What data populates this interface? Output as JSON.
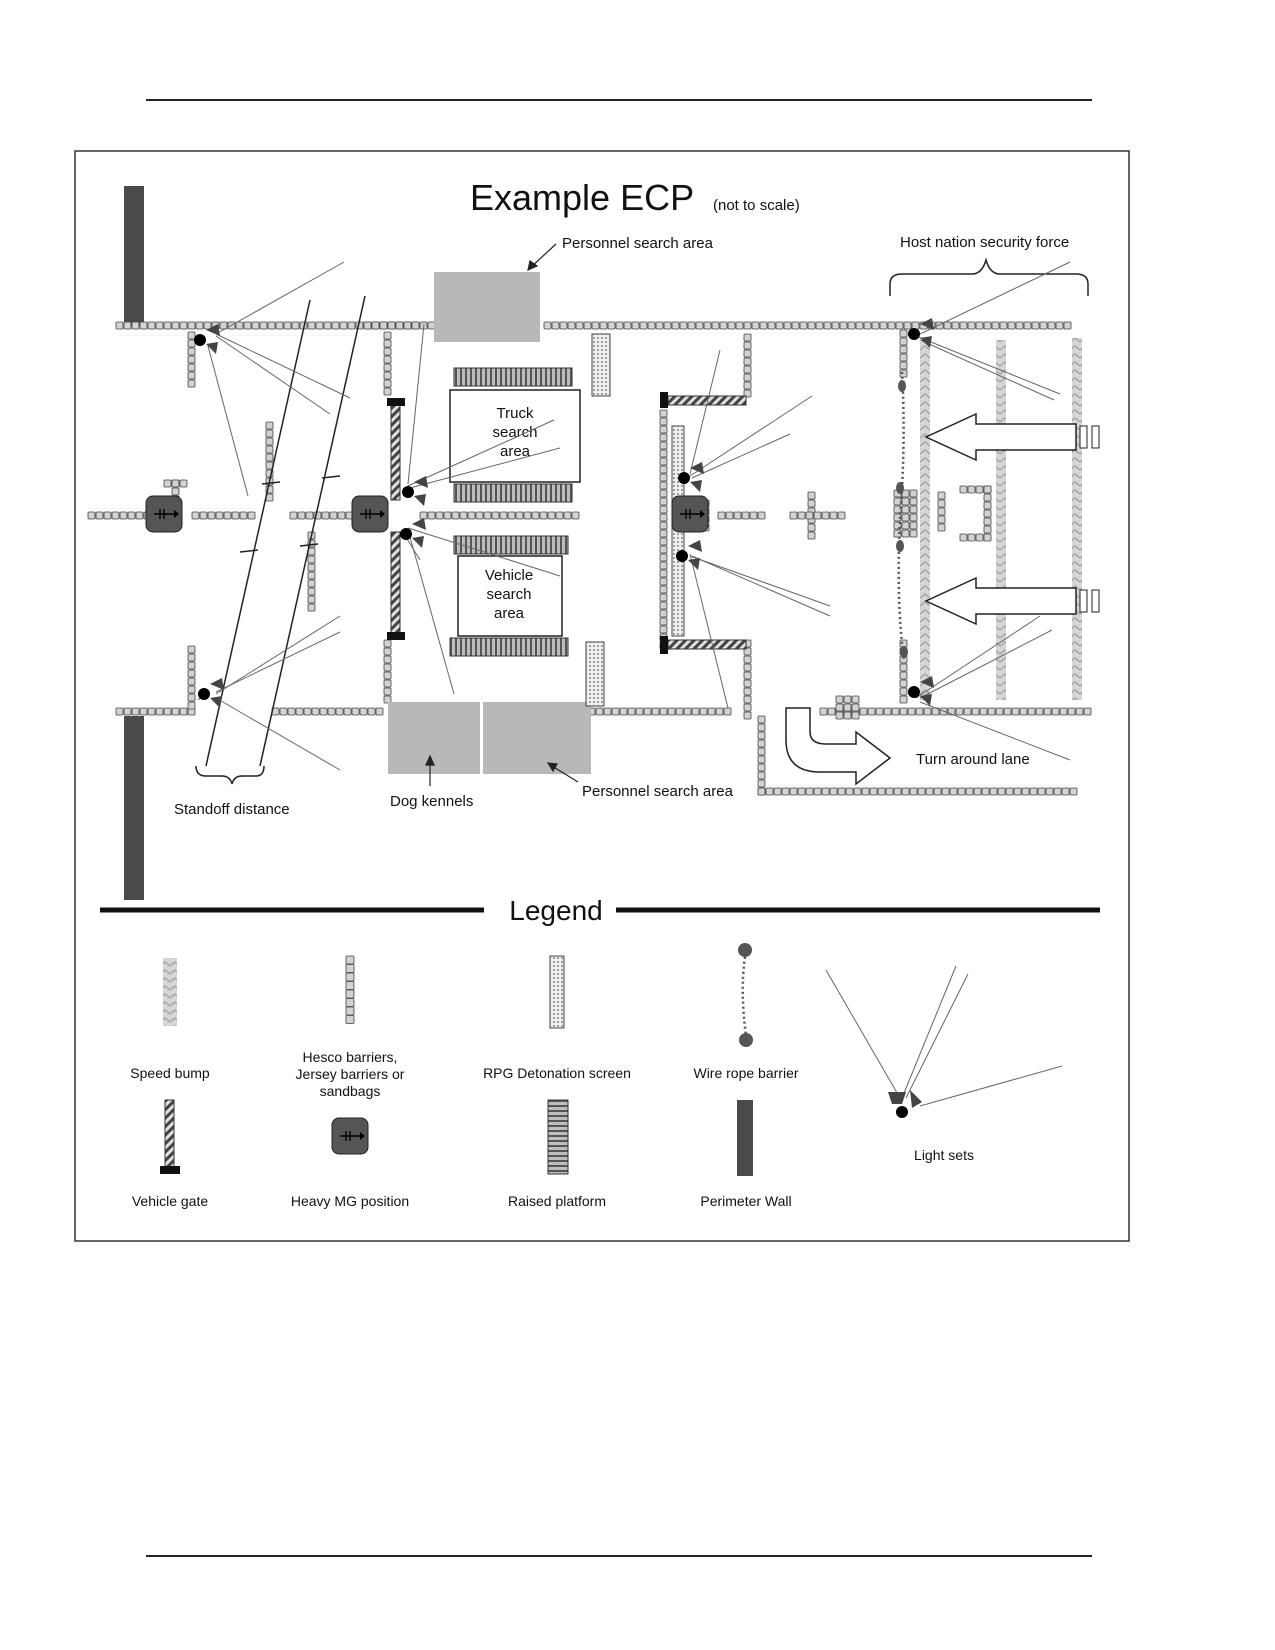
{
  "title": "Example ECP",
  "title_note": "(not to scale)",
  "labels": {
    "personnel_search_top": "Personnel search area",
    "host_nation": "Host nation security force",
    "truck_search": [
      "Truck",
      "search",
      "area"
    ],
    "vehicle_search": [
      "Vehicle",
      "search",
      "area"
    ],
    "standoff": "Standoff distance",
    "dog_kennels": "Dog kennels",
    "personnel_search_bottom": "Personnel search area",
    "turn_around": "Turn around lane"
  },
  "legend": {
    "heading": "Legend",
    "speed_bump": "Speed bump",
    "hesco": [
      "Hesco barriers,",
      "Jersey barriers or",
      "sandbags"
    ],
    "rpg": "RPG Detonation screen",
    "wire_rope": "Wire rope barrier",
    "light_sets": "Light sets",
    "vehicle_gate": "Vehicle gate",
    "heavy_mg": "Heavy MG position",
    "raised_platform": "Raised platform",
    "perimeter_wall": "Perimeter Wall"
  },
  "colors": {
    "wall": "#4a4a4a",
    "barrier_fill": "#d2d2d2",
    "search_area_fill": "#b8b8b8",
    "speed_bump": "#bdbdbd",
    "platform": "#6a6a6a"
  }
}
